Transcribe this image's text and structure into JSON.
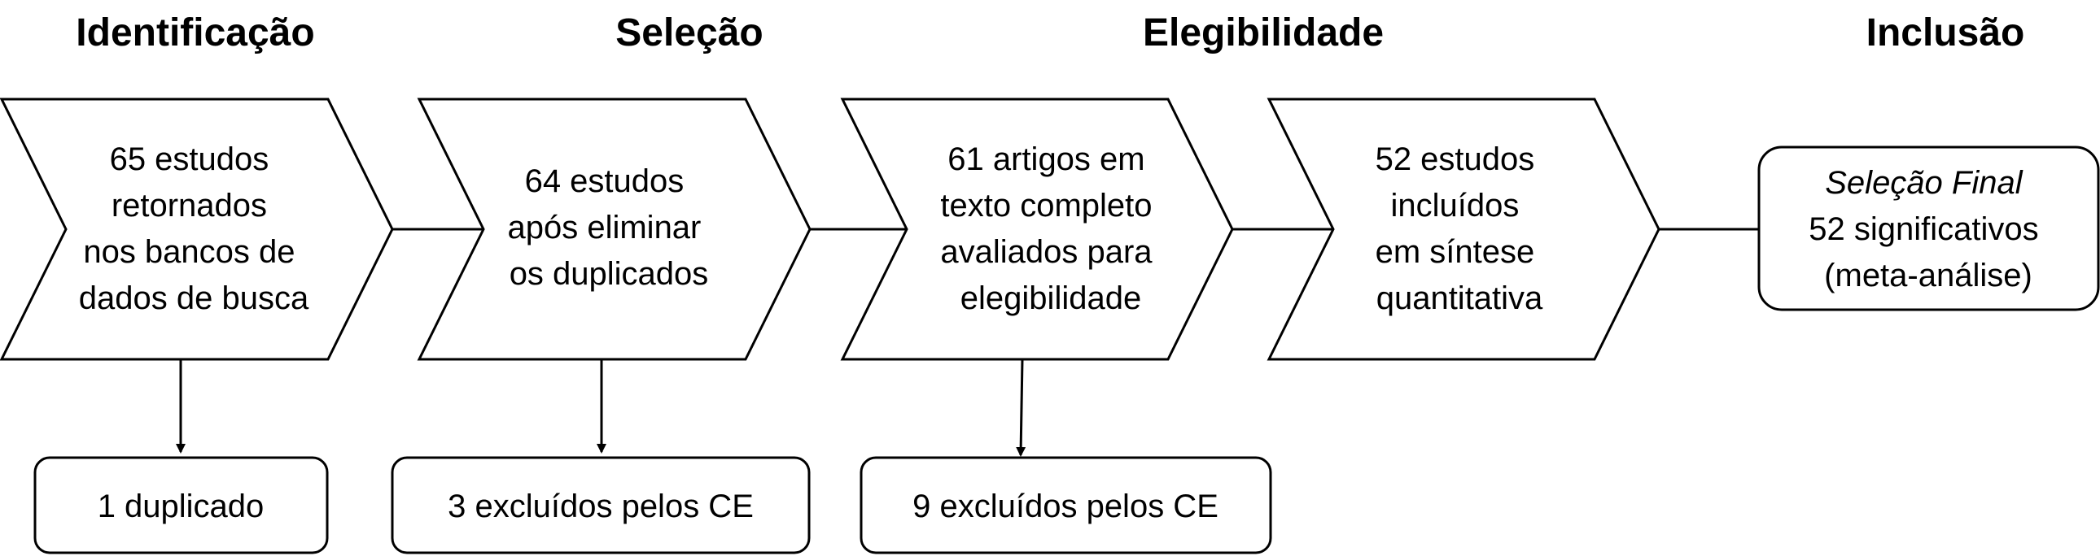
{
  "headers": {
    "identificacao": "Identificação",
    "selecao": "Seleção",
    "elegibilidade": "Elegibilidade",
    "inclusao": "Inclusão"
  },
  "steps": [
    {
      "lines": [
        "65 estudos",
        "retornados",
        "nos bancos de",
        "dados de busca"
      ]
    },
    {
      "lines": [
        "64 estudos",
        "após eliminar",
        "os duplicados"
      ]
    },
    {
      "lines": [
        "61 artigos em",
        "texto completo",
        "avaliados para",
        "elegibilidade"
      ]
    },
    {
      "lines": [
        "52 estudos",
        "incluídos",
        "em síntese",
        "quantitativa"
      ]
    }
  ],
  "final": {
    "title": "Seleção Final",
    "line2": "52 significativos",
    "line3": "(meta-análise)"
  },
  "exclusions": [
    "1 duplicado",
    "3 excluídos pelos CE",
    "9 excluídos pelos CE"
  ]
}
